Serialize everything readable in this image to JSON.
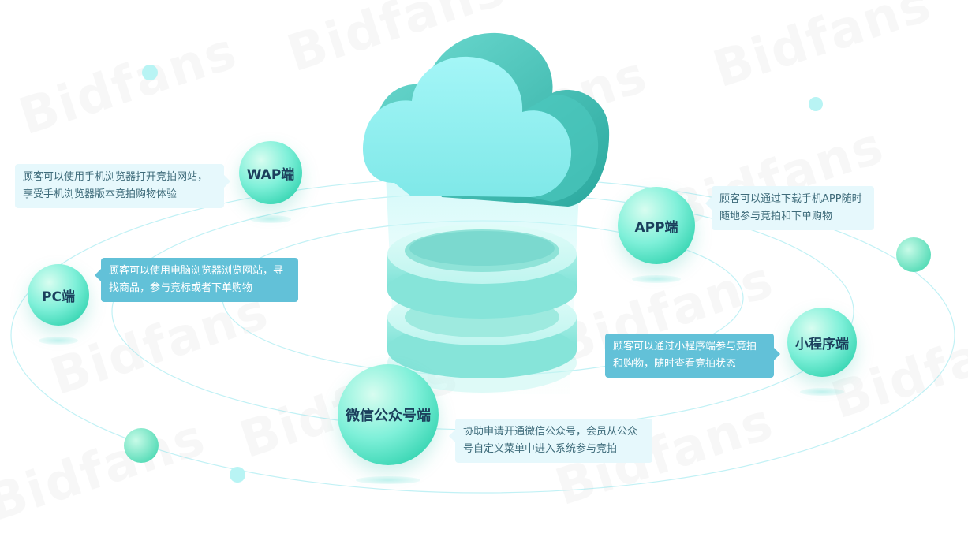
{
  "watermark_text": "Bidfans",
  "colors": {
    "orbit": "#8ee6ec",
    "cloud_light": "#9ff2f4",
    "cloud_dark": "#3bbfb4",
    "node_gradient_start": "#7ff0d9",
    "node_gradient_end": "#12c79e",
    "callout_light_bg": "#e6f8fc",
    "callout_dark_bg": "#62c1d8"
  },
  "nodes": {
    "wap": {
      "label": "WAP端",
      "description": "顾客可以使用手机浏览器打开竞拍网站，享受手机浏览器版本竞拍购物体验"
    },
    "pc": {
      "label": "PC端",
      "description": "顾客可以使用电脑浏览器浏览网站，寻找商品，参与竞标或者下单购物"
    },
    "app": {
      "label": "APP端",
      "description": "顾客可以通过下载手机APP随时随地参与竞拍和下单购物"
    },
    "mini": {
      "label": "小程序端",
      "description": "顾客可以通过小程序端参与竞拍和购物，随时查看竞拍状态"
    },
    "wechat": {
      "label": "微信公众号端",
      "description": "协助申请开通微信公众号，会员从公众号自定义菜单中进入系统参与竞拍"
    }
  }
}
